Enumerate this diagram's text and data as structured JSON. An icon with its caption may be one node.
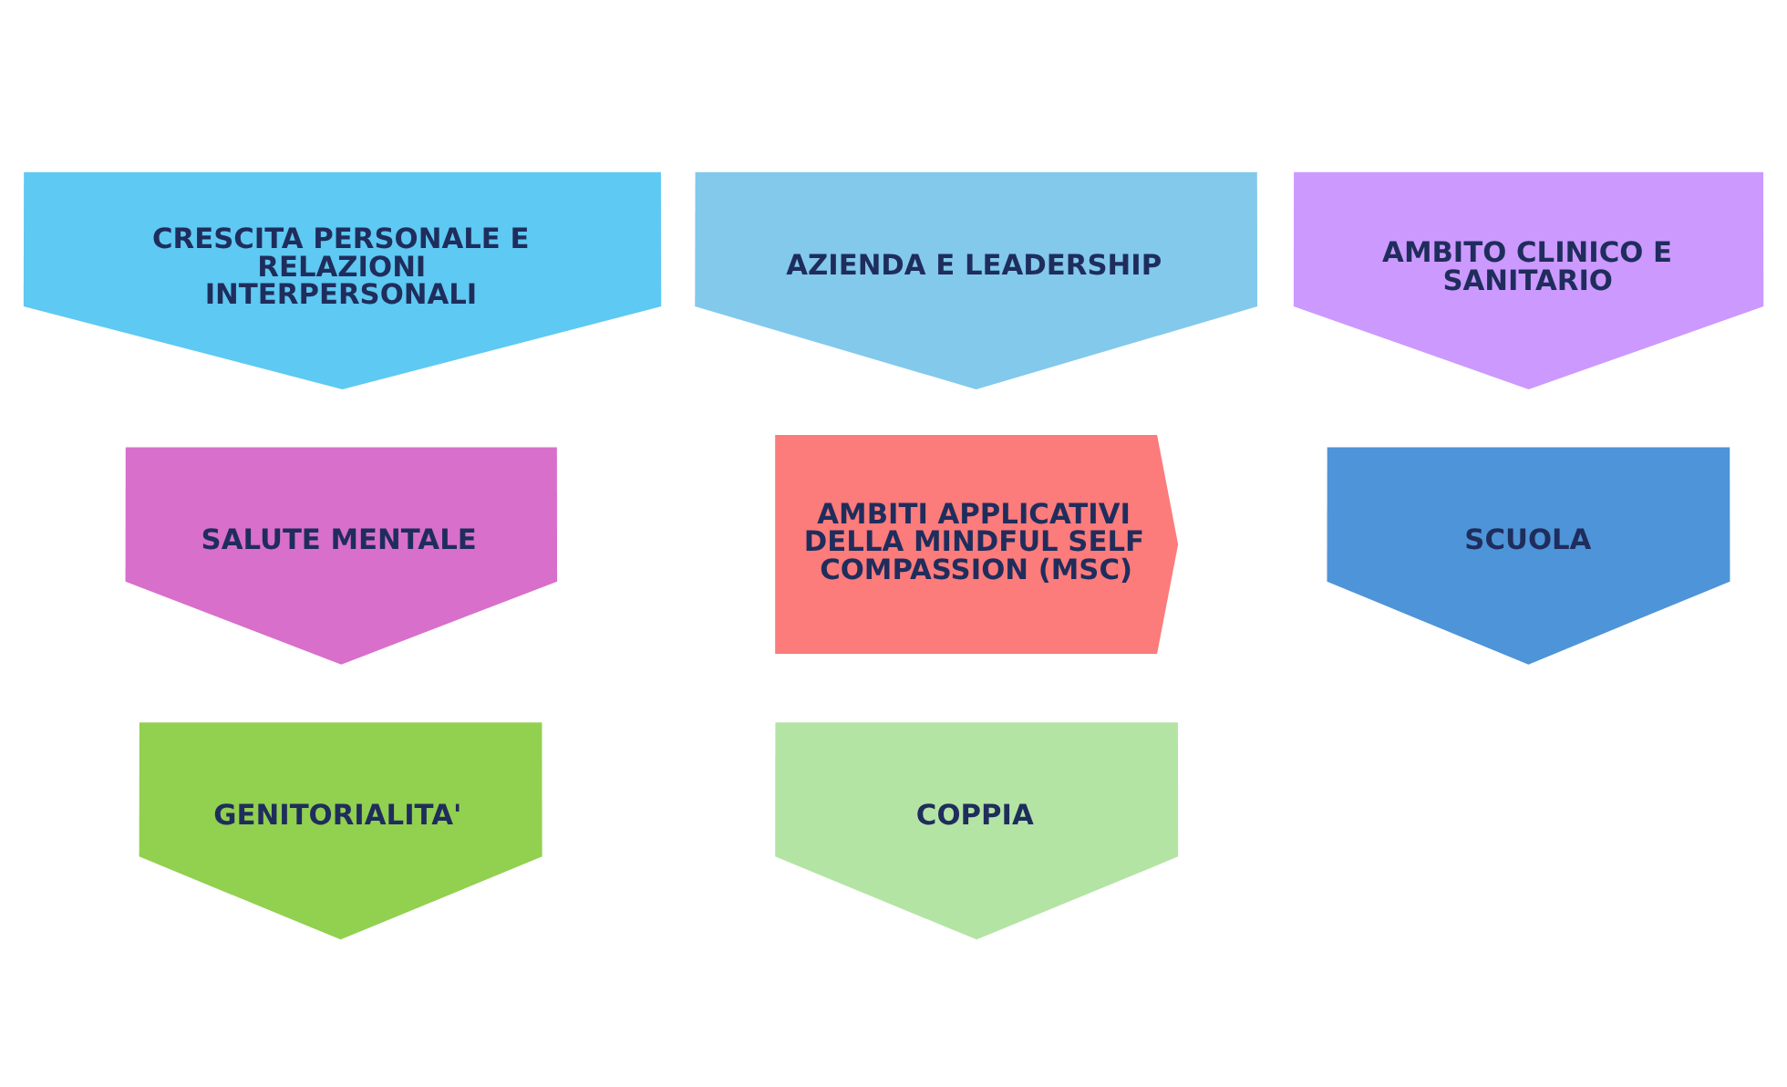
{
  "diagram": {
    "nodes": [
      {
        "text": [
          "AMBITI APPLICATIVI DELLA MINDFUL SELF COMPASSION (MSC)"
        ]
      },
      {
        "text": [
          "SALUTE MENTALE"
        ]
      },
      {
        "text": [
          "AMBITO CLINICO E SANITARIO"
        ]
      },
      {
        "text": [
          "SCUOLA"
        ]
      },
      {
        "text": [
          "AZIENDA E LEADERSHIP"
        ]
      },
      {
        "text": [
          "CRESCITA PERSONALE E RELAZIONI INTERPERSONALI"
        ]
      },
      {
        "text": [
          "GENITORIALITA'"
        ]
      },
      {
        "text": [
          "COPPIA"
        ]
      }
    ]
  }
}
